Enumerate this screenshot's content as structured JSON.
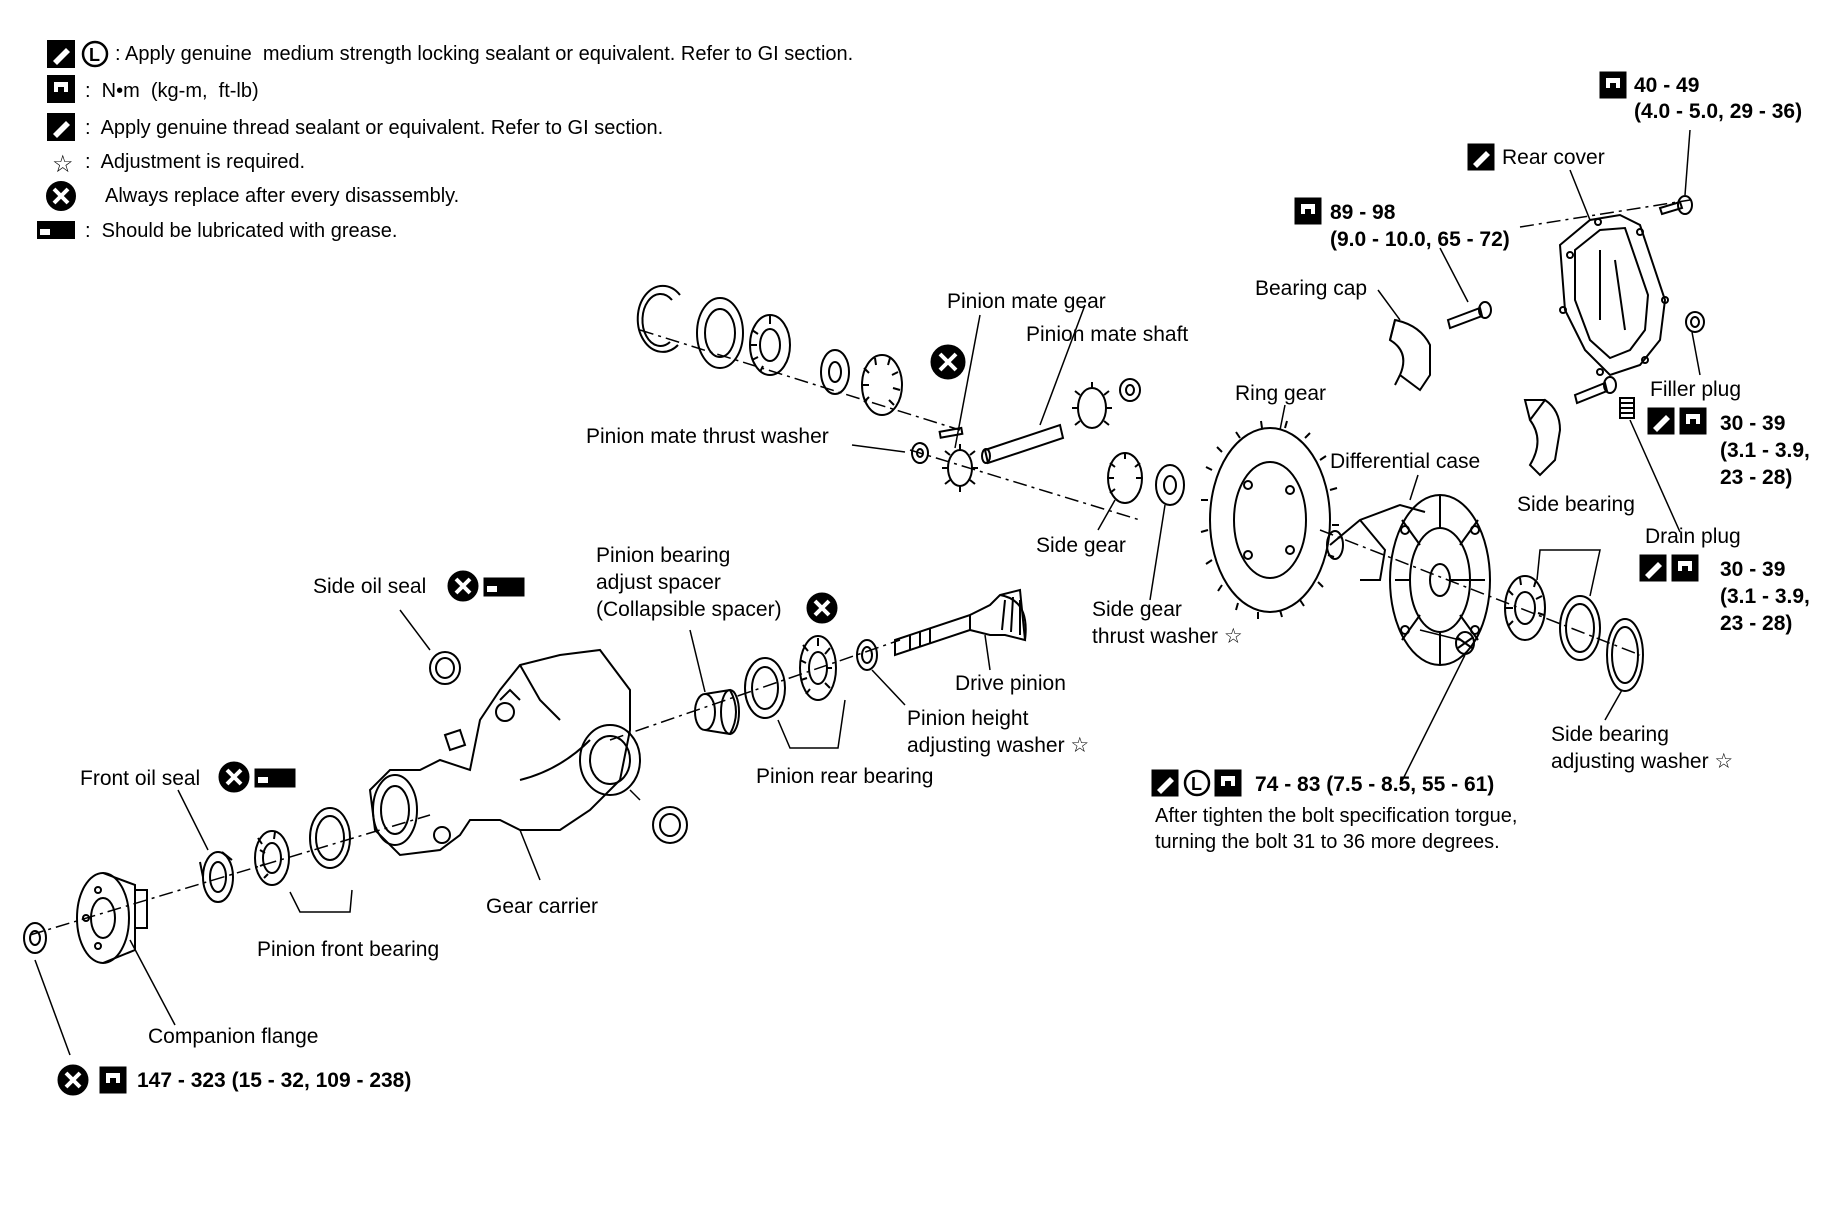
{
  "legend": [
    {
      "icon": "sealant-lock-icon",
      "text": ": Apply genuine  medium strength locking sealant or equivalent. Refer to GI section."
    },
    {
      "icon": "torque-wrench-icon",
      "text": ":  N•m  (kg-m,  ft-lb)"
    },
    {
      "icon": "thread-sealant-icon",
      "text": ":  Apply genuine thread sealant or equivalent. Refer to GI section."
    },
    {
      "icon": "star-icon",
      "text": ":  Adjustment is required."
    },
    {
      "icon": "replace-x-icon",
      "text": "Always replace after every disassembly."
    },
    {
      "icon": "grease-icon",
      "text": ":  Should be lubricated with grease."
    }
  ],
  "labels": {
    "rear_cover_torque": "40 - 49",
    "rear_cover_torque_alt": "(4.0 - 5.0, 29 - 36)",
    "rear_cover": "Rear cover",
    "bearing_cap_torque": "89 - 98",
    "bearing_cap_torque_alt": "(9.0 - 10.0, 65 - 72)",
    "bearing_cap": "Bearing cap",
    "pinion_mate_gear": "Pinion mate gear",
    "pinion_mate_shaft": "Pinion mate shaft",
    "ring_gear": "Ring gear",
    "filler_plug": "Filler plug",
    "filler_torque": "30 - 39",
    "filler_torque_alt1": "(3.1 - 3.9,",
    "filler_torque_alt2": "23 - 28)",
    "pinion_mate_thrust_washer": "Pinion mate thrust washer",
    "differential_case": "Differential case",
    "side_bearing": "Side bearing",
    "drain_plug": "Drain plug",
    "drain_torque": "30 - 39",
    "drain_torque_alt1": "(3.1 - 3.9,",
    "drain_torque_alt2": "23 - 28)",
    "side_gear": "Side gear",
    "pinion_bearing_1": "Pinion bearing",
    "pinion_bearing_2": "adjust spacer",
    "pinion_bearing_3": "(Collapsible spacer)",
    "side_oil_seal": "Side oil seal",
    "side_gear_thrust_1": "Side gear",
    "side_gear_thrust_2": "thrust washer ☆",
    "drive_pinion": "Drive pinion",
    "pinion_height_1": "Pinion height",
    "pinion_height_2": "adjusting washer ☆",
    "side_bearing_adj_1": "Side bearing",
    "side_bearing_adj_2": "adjusting washer ☆",
    "front_oil_seal": "Front oil seal",
    "pinion_rear_bearing": "Pinion rear bearing",
    "ring_bolt_torque": "74 - 83 (7.5 - 8.5, 55 - 61)",
    "ring_bolt_note_1": "After tighten the bolt specification torgue,",
    "ring_bolt_note_2": "turning the bolt 31 to 36 more degrees.",
    "gear_carrier": "Gear carrier",
    "pinion_front_bearing": "Pinion front bearing",
    "companion_flange": "Companion flange",
    "nut_torque": "147 - 323 (15 - 32, 109 - 238)"
  }
}
